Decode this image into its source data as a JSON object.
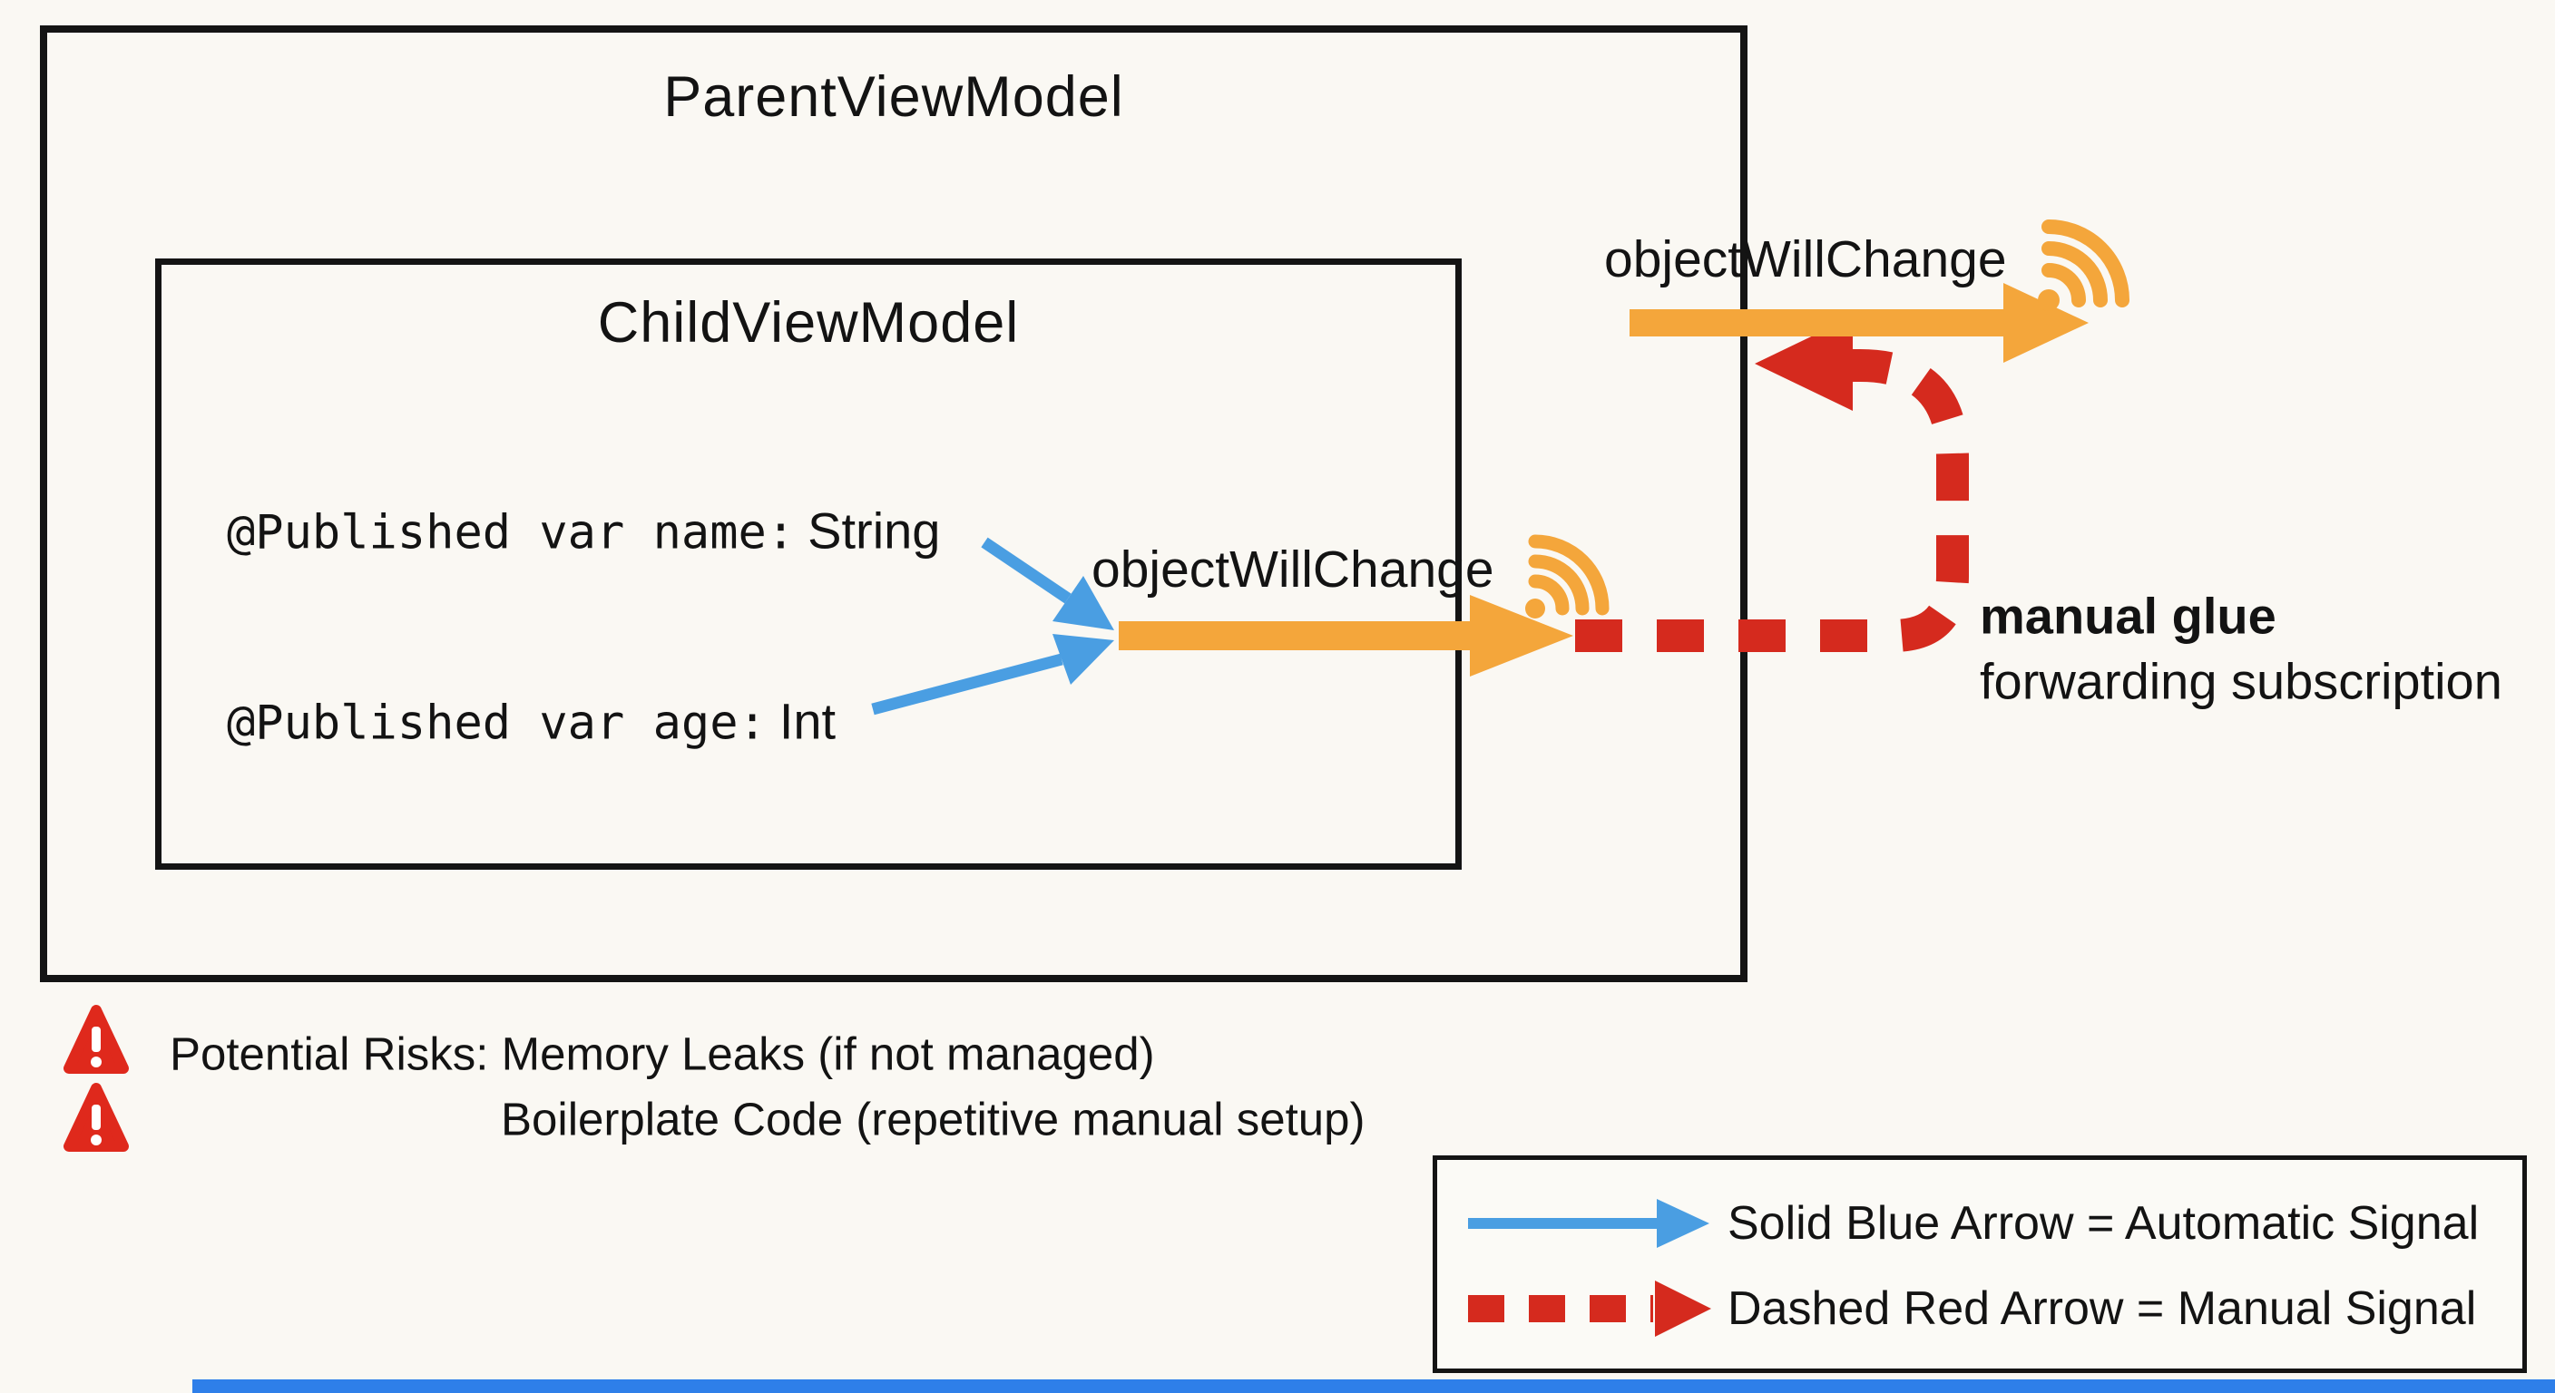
{
  "diagram": {
    "parent_title": "ParentViewModel",
    "child_title": "ChildViewModel",
    "published_vars": [
      {
        "code": "@Published var name:",
        "type": "String"
      },
      {
        "code": "@Published var age:",
        "type": "Int"
      }
    ],
    "child_signal_label": "objectWillChange",
    "parent_signal_label": "objectWillChange",
    "glue_title": "manual glue",
    "glue_subtitle": "forwarding subscription"
  },
  "risks": {
    "items": [
      "Potential Risks: Memory Leaks (if not managed)",
      "Boilerplate Code (repetitive manual setup)"
    ]
  },
  "legend": {
    "items": [
      "Solid Blue Arrow = Automatic Signal",
      "Dashed Red Arrow = Manual Signal"
    ]
  },
  "colors": {
    "orange_signal": "#f4a63b",
    "blue_automatic": "#4a9ee2",
    "red_manual": "#d52a1e",
    "warning_red": "#df291c",
    "box_border": "#141414",
    "bottom_bar_blue": "#2e7fe9"
  }
}
